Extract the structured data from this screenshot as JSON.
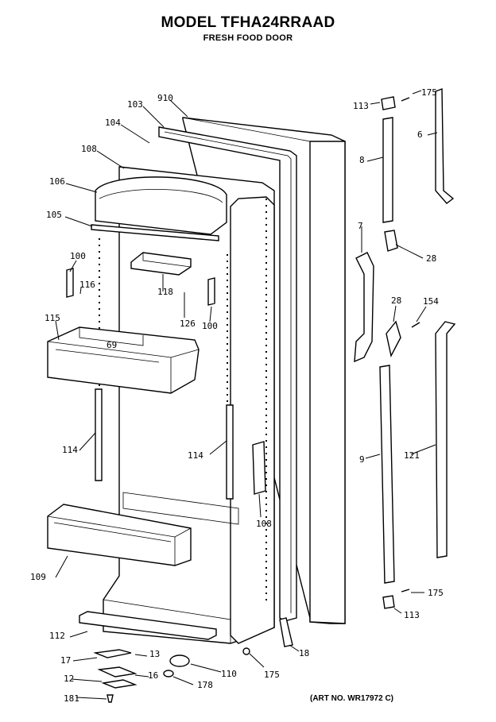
{
  "header": {
    "model": "MODEL TFHA24RRAAD",
    "section": "FRESH FOOD DOOR"
  },
  "art_number": "(ART NO. WR17972 C)",
  "callouts": [
    {
      "id": "c910",
      "text": "910"
    },
    {
      "id": "c103",
      "text": "103"
    },
    {
      "id": "c104",
      "text": "104"
    },
    {
      "id": "c108a",
      "text": "108"
    },
    {
      "id": "c106",
      "text": "106"
    },
    {
      "id": "c105",
      "text": "105"
    },
    {
      "id": "c100a",
      "text": "100"
    },
    {
      "id": "c116",
      "text": "116"
    },
    {
      "id": "c118",
      "text": "118"
    },
    {
      "id": "c126",
      "text": "126"
    },
    {
      "id": "c100b",
      "text": "100"
    },
    {
      "id": "c115",
      "text": "115"
    },
    {
      "id": "c69",
      "text": "69"
    },
    {
      "id": "c114a",
      "text": "114"
    },
    {
      "id": "c114b",
      "text": "114"
    },
    {
      "id": "c108b",
      "text": "108"
    },
    {
      "id": "c109",
      "text": "109"
    },
    {
      "id": "c112",
      "text": "112"
    },
    {
      "id": "c17",
      "text": "17"
    },
    {
      "id": "c13",
      "text": "13"
    },
    {
      "id": "c12",
      "text": "12"
    },
    {
      "id": "c16",
      "text": "16"
    },
    {
      "id": "c181",
      "text": "181"
    },
    {
      "id": "c110",
      "text": "110"
    },
    {
      "id": "c178",
      "text": "178"
    },
    {
      "id": "c175a",
      "text": "175"
    },
    {
      "id": "c18",
      "text": "18"
    },
    {
      "id": "c113a",
      "text": "113"
    },
    {
      "id": "c175b",
      "text": "175"
    },
    {
      "id": "c6",
      "text": "6"
    },
    {
      "id": "c8",
      "text": "8"
    },
    {
      "id": "c7",
      "text": "7"
    },
    {
      "id": "c28a",
      "text": "28"
    },
    {
      "id": "c28b",
      "text": "28"
    },
    {
      "id": "c154",
      "text": "154"
    },
    {
      "id": "c9",
      "text": "9"
    },
    {
      "id": "c121",
      "text": "121"
    },
    {
      "id": "c175c",
      "text": "175"
    },
    {
      "id": "c113b",
      "text": "113"
    }
  ]
}
